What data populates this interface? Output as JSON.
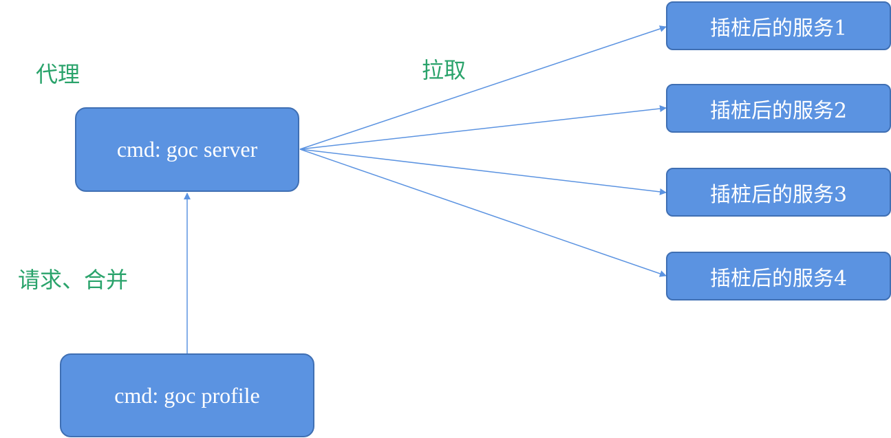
{
  "nodes": {
    "server": "cmd: goc server",
    "profile": "cmd: goc profile",
    "services": [
      "插桩后的服务1",
      "插桩后的服务2",
      "插桩后的服务3",
      "插桩后的服务4"
    ]
  },
  "labels": {
    "proxy": "代理",
    "pull": "拉取",
    "request_merge": "请求、合并"
  },
  "colors": {
    "node_fill": "#5b93e1",
    "node_border": "#3f6fb3",
    "edge": "#5b93e1",
    "label_text": "#2aa36b"
  }
}
